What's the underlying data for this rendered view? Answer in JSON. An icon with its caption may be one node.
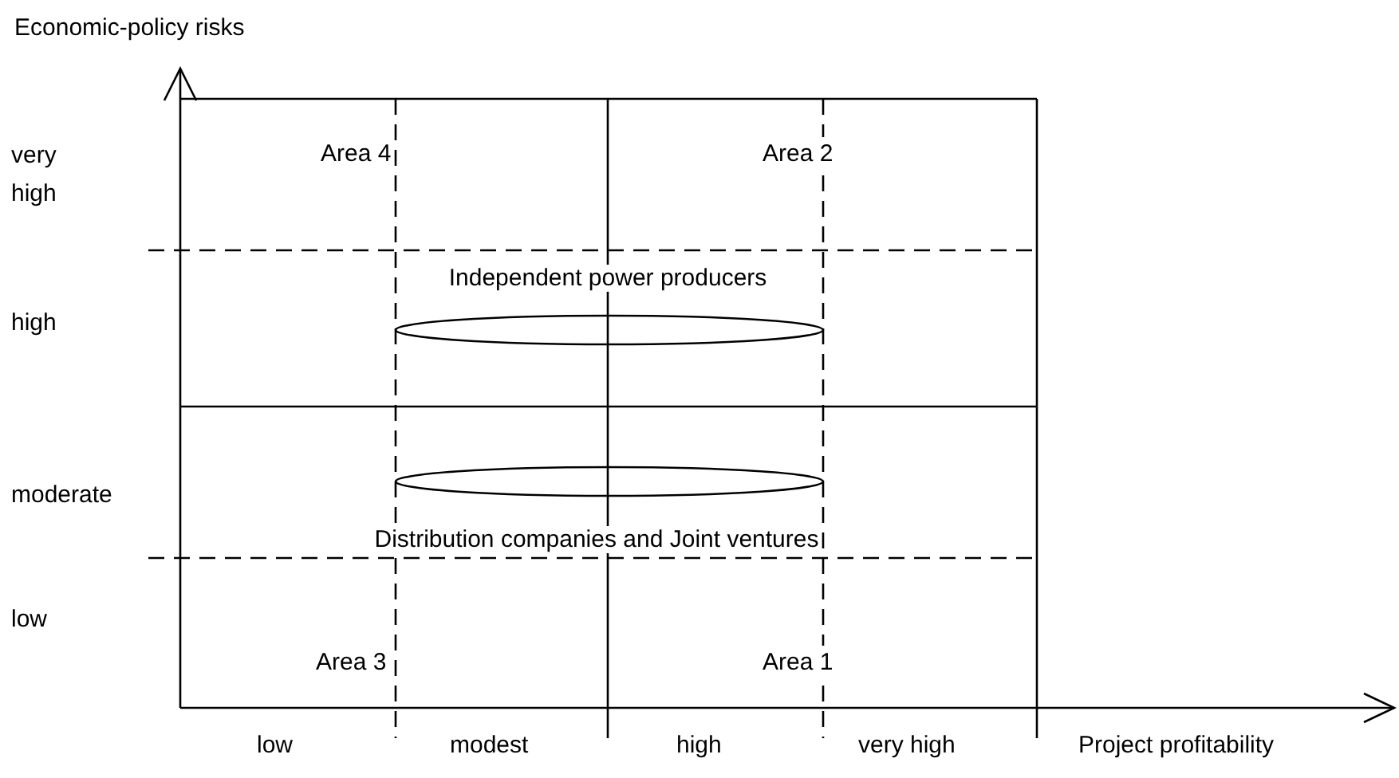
{
  "diagram": {
    "nodes": [
      {
        "text": [
          "Independent power producers"
        ]
      },
      {
        "text": [
          "Distribution companies and Joint ventures"
        ]
      }
    ],
    "labels": [
      "Economic-policy risks",
      "very high",
      "Area 4",
      "Area 2",
      "high",
      "moderate",
      "low",
      "Area 3",
      "Area 1",
      "low",
      "modest",
      "high",
      "very high",
      "Project profitability"
    ]
  }
}
